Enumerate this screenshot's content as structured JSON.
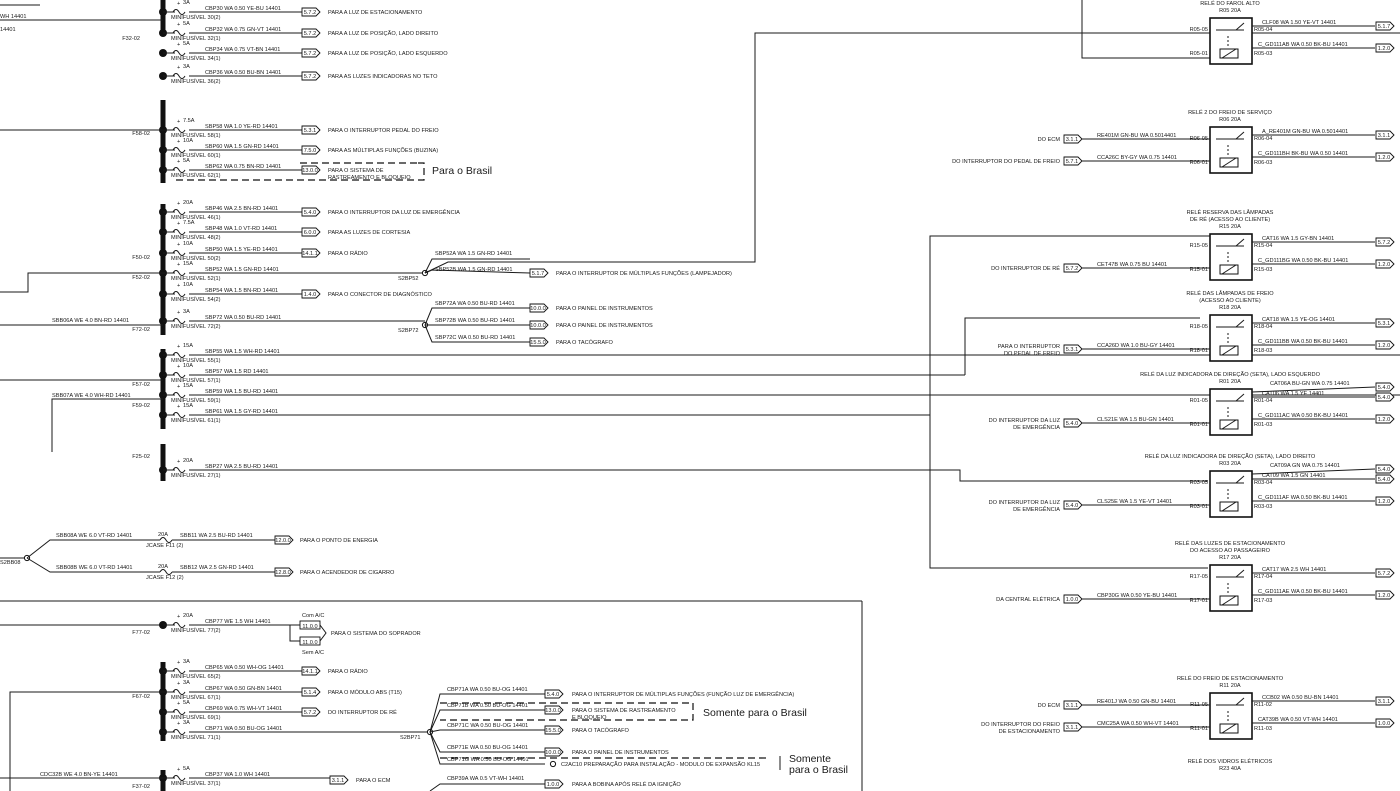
{
  "diagram": {
    "fuse_groups": [
      {
        "bus_ref": "F32-02",
        "feed_wire": "WH 14401",
        "fuses": [
          {
            "amp": "3A",
            "circuit": "CBP30",
            "gauge": "WA 0.50",
            "color": "YE-BU",
            "num": "14401",
            "fuse": "MINIFUSÍVEL 30(2)",
            "conn": "5.7.2",
            "dest": "PARA A LUZ DE ESTACIONAMENTO"
          },
          {
            "amp": "5A",
            "circuit": "CBP32",
            "gauge": "WA 0.75",
            "color": "GN-VT",
            "num": "14401",
            "fuse": "MINIFUSÍVEL 32(1)",
            "conn": "5.7.2",
            "dest": "PARA A LUZ DE POSIÇÃO, LADO DIREITO"
          },
          {
            "amp": "5A",
            "circuit": "CBP34",
            "gauge": "WA 0.75",
            "color": "VT-BN",
            "num": "14401",
            "fuse": "MINIFUSÍVEL 34(1)",
            "conn": "5.7.2",
            "dest": "PARA A LUZ DE POSIÇÃO, LADO ESQUERDO"
          },
          {
            "amp": "3A",
            "circuit": "CBP36",
            "gauge": "WA 0.50",
            "color": "BU-BN",
            "num": "14401",
            "fuse": "MINIFUSÍVEL 36(2)",
            "conn": "5.7.2",
            "dest": "PARA AS LUZES INDICADORAS NO TETO"
          }
        ]
      },
      {
        "bus_ref": "F58-02",
        "fuses": [
          {
            "amp": "7.5A",
            "circuit": "SBP58",
            "gauge": "WA 1.0",
            "color": "YE-RD",
            "num": "14401",
            "fuse": "MINIFUSÍVEL 58(1)",
            "conn": "5.3.1",
            "dest": "PARA O INTERRUPTOR PEDAL DO FREIO"
          },
          {
            "amp": "10A",
            "circuit": "SBP60",
            "gauge": "WA 1.5",
            "color": "GN-RD",
            "num": "14401",
            "fuse": "MINIFUSÍVEL 60(1)",
            "conn": "7.5.0",
            "dest": "PARA AS MÚLTIPLAS FUNÇÕES (BUZINA)"
          },
          {
            "amp": "5A",
            "circuit": "SBP62",
            "gauge": "WA 0.75",
            "color": "BN-RD",
            "num": "14401",
            "fuse": "MINIFUSÍVEL 62(1)",
            "conn": "13.0.0",
            "dest": "PARA O SISTEMA DE",
            "dest2": "RASTREAMENTO E BLOQUEIO"
          }
        ],
        "note": "Para o Brasil"
      },
      {
        "bus_ref_a": "F50-02",
        "bus_ref_b": "F52-02",
        "bus_ref_c": "F72-02",
        "fuses": [
          {
            "amp": "20A",
            "circuit": "SBP46",
            "gauge": "WA 2.5",
            "color": "BN-RD",
            "num": "14401",
            "fuse": "MINIFUSÍVEL 46(1)",
            "conn": "5.4.0",
            "dest": "PARA O INTERRUPTOR DA LUZ DE EMERGÊNCIA"
          },
          {
            "amp": "7.5A",
            "circuit": "SBP48",
            "gauge": "WA 1.0",
            "color": "VT-RD",
            "num": "14401",
            "fuse": "MINIFUSÍVEL 48(2)",
            "conn": "6.0.0",
            "dest": "PARA AS LUZES DE CORTESIA"
          },
          {
            "amp": "10A",
            "circuit": "SBP50",
            "gauge": "WA 1.5",
            "color": "YE-RD",
            "num": "14401",
            "fuse": "MINIFUSÍVEL 50(2)",
            "conn": "14.1.1",
            "dest": "PARA O RÁDIO"
          },
          {
            "amp": "15A",
            "circuit": "SBP52",
            "gauge": "WA 1.5",
            "color": "GN-RD",
            "num": "14401",
            "fuse": "MINIFUSÍVEL 52(1)",
            "conn": "",
            "dest": ""
          },
          {
            "amp": "10A",
            "circuit": "SBP54",
            "gauge": "WA 1.5",
            "color": "BN-RD",
            "num": "14401",
            "fuse": "MINIFUSÍVEL 54(2)",
            "conn": "1.4.0",
            "dest": "PARA O CONECTOR DE DIAGNÓSTICO"
          },
          {
            "amp": "3A",
            "circuit": "SBP72",
            "gauge": "WA 0.50",
            "color": "BU-RD",
            "num": "14401",
            "fuse": "MINIFUSÍVEL 72(2)",
            "conn": "",
            "dest": ""
          }
        ],
        "splice_52": {
          "name": "S2BP52",
          "a": "SBP52A WA 1.5 GN-RD 14401",
          "b": "SBP52B WA 1.5 GN-RD 14401",
          "conn": "5.1.7",
          "dest": "PARA O INTERRUPTOR DE MÚLTIPLAS FUNÇÕES (LAMPEJADOR)"
        },
        "splice_72": {
          "name": "S2BP72",
          "left_wire": "SBB06A WE 4.0 BN-RD 14401",
          "branches": [
            {
              "wire": "SBP72A WA 0.50 BU-RD 14401",
              "conn": "10.0.0",
              "dest": "PARA O PAINEL DE INSTRUMENTOS"
            },
            {
              "wire": "SBP72B WA 0.50 BU-RD 14401",
              "conn": "10.0.0",
              "dest": "PARA O PAINEL DE INSTRUMENTOS"
            },
            {
              "wire": "SBP72C WA 0.50 BU-RD 14401",
              "conn": "15.5.0",
              "dest": "PARA O TACÓGRAFO"
            }
          ]
        }
      },
      {
        "bus_ref_a": "F57-02",
        "bus_ref_b": "F59-02",
        "left_wire": "SBB07A WE 4.0 WH-RD 14401",
        "fuses": [
          {
            "amp": "15A",
            "circuit": "SBP55",
            "gauge": "WA 1.5",
            "color": "WH-RD",
            "num": "14401",
            "fuse": "MINIFUSÍVEL 55(1)"
          },
          {
            "amp": "10A",
            "circuit": "SBP57",
            "gauge": "WA 1.5",
            "color": "RD",
            "num": "14401",
            "fuse": "MINIFUSÍVEL 57(1)"
          },
          {
            "amp": "15A",
            "circuit": "SBP59",
            "gauge": "WA 1.5",
            "color": "BU-RD",
            "num": "14401",
            "fuse": "MINIFUSÍVEL 59(1)"
          },
          {
            "amp": "15A",
            "circuit": "SBP61",
            "gauge": "WA 1.5",
            "color": "GY-RD",
            "num": "14401",
            "fuse": "MINIFUSÍVEL 61(1)"
          }
        ]
      },
      {
        "bus_ref": "F25-02",
        "fuses": [
          {
            "amp": "20A",
            "circuit": "SBP27",
            "gauge": "WA 2.5",
            "color": "BU-RD",
            "num": "14401",
            "fuse": "MINIFUSÍVEL 27(1)"
          }
        ]
      }
    ],
    "jcase": {
      "splice": "S2BB08",
      "rows": [
        {
          "in": "SBB08A WE 6.0 VT-RD 14401",
          "amp": "20A",
          "fuse": "JCASE F11 (2)",
          "out": "SBB11 WA 2.5 BU-RD 14401",
          "conn": "12.0.0",
          "dest": "PARA O PONTO DE ENERGIA"
        },
        {
          "in": "SBB08B WE 6.0 VT-RD 14401",
          "amp": "20A",
          "fuse": "JCASE F12 (2)",
          "out": "SBB12 WA 2.5 GN-RD 14401",
          "conn": "12.8.0",
          "dest": "PARA O ACENDEDOR DE CIGARRO"
        }
      ]
    },
    "blower": {
      "bus_ref": "F77-02",
      "amp": "20A",
      "fuse": "MINIFUSÍVEL 77(2)",
      "wire": "CBP77 WE 1.5 WH 14401",
      "conn_a": "11.0.0",
      "conn_b": "11.0.0",
      "label_a": "Com A/C",
      "label_b": "Sem A/C",
      "dest": "PARA O SISTEMA DO SOPRADOR"
    },
    "group_f67": {
      "bus_ref": "F67-02",
      "fuses": [
        {
          "amp": "3A",
          "circuit": "CBP65",
          "gauge": "WA 0.50",
          "color": "WH-OG",
          "num": "14401",
          "fuse": "MINIFUSÍVEL 65(2)",
          "conn": "14.1.1",
          "dest": "PARA O RÁDIO"
        },
        {
          "amp": "3A",
          "circuit": "CBP67",
          "gauge": "WA 0.50",
          "color": "GN-BN",
          "num": "14401",
          "fuse": "MINIFUSÍVEL 67(1)",
          "conn": "5.1.4",
          "dest": "PARA O MÓDULO ABS (T15)"
        },
        {
          "amp": "5A",
          "circuit": "CBP69",
          "gauge": "WA 0.75",
          "color": "WH-VT",
          "num": "14401",
          "fuse": "MINIFUSÍVEL 69(1)",
          "conn": "5.7.2",
          "dest": "DO INTERRUPTOR DE RÉ"
        },
        {
          "amp": "3A",
          "circuit": "CBP71",
          "gauge": "WA 0.50",
          "color": "BU-OG",
          "num": "14401",
          "fuse": "MINIFUSÍVEL 71(1)",
          "conn": "",
          "dest": ""
        }
      ],
      "splice": "S2BP71",
      "branches": [
        {
          "wire": "CBP71A WA 0.50 BU-OG 14401",
          "conn": "5.4.0",
          "dest": "PARA O INTERRUPTOR DE MÚLTIPLAS FUNÇÕES (FUNÇÃO LUZ DE EMERGÊNCIA)"
        },
        {
          "wire": "CBP71B WA 0.50 BU-OG 14401",
          "conn": "13.0.0",
          "dest": "PARA O SISTEMA DE RASTREAMENTO",
          "dest2": "E BLOQUEIO"
        },
        {
          "wire": "CBP71C WA 0.50 BU-OG 14401",
          "conn": "15.5.0",
          "dest": "PARA O TACÓGRAFO"
        },
        {
          "wire": "CBP71E WA 0.50 BU-OG 14401",
          "conn": "10.0.0",
          "dest": "PARA O PAINEL DE INSTRUMENTOS"
        },
        {
          "wire": "CBP71G WA 0.50 BU-OG 14401",
          "conn": "",
          "dest": "C2AC10  PREPARAÇÃO PARA INSTALAÇÃO - MODULO DE EXPANSÃO KL15"
        }
      ],
      "note_a": "Somente para o Brasil",
      "note_b": "Somente",
      "note_c": "para o Brasil"
    },
    "bottom": {
      "bus_ref": "F37-02",
      "left_wire": "CDC32B WE 4.0 BN-YE 14401",
      "amp": "5A",
      "circuit": "CBP37 WA 1.0 WH 14401",
      "fuse": "MINIFUSÍVEL 37(1)",
      "conn": "3.1.1",
      "dest": "PARA O ECM",
      "wire2": "CBP39A WA 0.5 VT-WH 14401",
      "conn2": "1.0.0",
      "dest2": "PARA A BOBINA APÓS RELÉ DA IGNIÇÃO"
    },
    "top_left": {
      "wire": "WH 14401",
      "num": "14401"
    },
    "relays": [
      {
        "title1": "RELÉ DO FAROL ALTO",
        "title2": "R05 20A",
        "pins": [
          "R05-05",
          "R05-01",
          "R05-04",
          "R05-03"
        ],
        "out1": "CLF08 WA 1.50 YE-VT 14401",
        "out1c": "5.1.7",
        "out2": "C_GD111AB WA 0.50 BK-BU 14401",
        "out2c": "1.2.0",
        "in_label": "",
        "in_conn": "",
        "in_wire": ""
      },
      {
        "title1": "RELÉ 2 DO FREIO DE SERVIÇO",
        "title2": "R06 20A",
        "pins": [
          "R06-05",
          "R06-01",
          "R06-04",
          "R06-03"
        ],
        "in_label": "DO ECM",
        "in_conn": "3.1.1",
        "in_wire": "RE401M GN-BU WA 0.5014401",
        "in2_label": "DO INTERRUPTOR DO PEDAL DE FREIO",
        "in2_conn": "5.7.1",
        "in2_wire": "CCA26C BY-GY WA 0.75 14401",
        "out1": "A_RE401M GN-BU WA 0.5014401",
        "out1c": "3.1.1",
        "out2": "C_GD111BH BK-BU WA 0.50 14401",
        "out2c": "1.2.0"
      },
      {
        "title1": "RELÉ RESERVA DAS LÂMPADAS",
        "title1b": "DE RÉ (ACESSO AO CLIENTE)",
        "title2": "R15 20A",
        "pins": [
          "R15-05",
          "R15-01",
          "R15-04",
          "R15-03"
        ],
        "in_label": "DO INTERRUPTOR DE RÉ",
        "in_conn": "5.7.2",
        "in_wire": "CET47B WA 0.75 BU 14401",
        "out1": "CAT16 WA 1.5 GY-BN 14401",
        "out1c": "5.7.2",
        "out2": "C_GD111BG WA 0.50 BK-BU 14401",
        "out2c": "1.2.0"
      },
      {
        "title1": "RELÉ DAS LÂMPADAS DE FREIO",
        "title1b": "(ACESSO AO CLIENTE)",
        "title2": "R18 20A",
        "pins": [
          "R18-05",
          "R18-01",
          "R18-04",
          "R18-03"
        ],
        "in_label": "PARA O INTERRUPTOR",
        "in_label2": "DO PEDAL DE FREIO",
        "in_conn": "5.3.1",
        "in_wire": "CCA26D WA 1.0 BU-GY 14401",
        "out1": "CAT18 WA 1.5 YE-OG 14401",
        "out1c": "5.3.1",
        "out2": "C_GD111BB WA 0.50 BK-BU 14401",
        "out2c": "1.2.0"
      },
      {
        "title1": "RELÉ DA LUZ INDICADORA DE DIREÇÃO (SETA), LADO ESQUERDO",
        "title2": "R01 20A",
        "pins": [
          "R01-05",
          "R01-01",
          "R01-04",
          "R01-03"
        ],
        "in_label": "DO INTERRUPTOR DA LUZ",
        "in_label2": "DE EMERGÊNCIA",
        "in_conn": "5.4.0",
        "in_wire": "CLS21E WA 1.5 BU-GN 14401",
        "out0": "CAT06A BU-GN WA 0.75 14401",
        "out0c": "5.4.0",
        "out1": "CAT06 WA 1.5 YE 14401",
        "out1c": "5.4.0",
        "out2": "C_GD111AC WA 0.50 BK-BU 14401",
        "out2c": "1.2.0"
      },
      {
        "title1": "RELÉ DA LUZ INDICADORA DE DIREÇÃO (SETA), LADO DIREITO",
        "title2": "R03 20A",
        "pins": [
          "R03-05",
          "R03-01",
          "R03-04",
          "R03-03"
        ],
        "in_label": "DO INTERRUPTOR DA LUZ",
        "in_label2": "DE EMERGÊNCIA",
        "in_conn": "5.4.0",
        "in_wire": "CLS25E WA 1.5 YE-VT 14401",
        "out0": "CAT09A GN WA 0.75 14401",
        "out0c": "5.4.0",
        "out1": "CAT09 WA 1.5 GN 14401",
        "out1c": "5.4.0",
        "out2": "C_GD111AF WA 0.50 BK-BU 14401",
        "out2c": "1.2.0"
      },
      {
        "title1": "RELÉ DAS LUZES DE ESTACIONAMENTO",
        "title1b": "DO ACESSO AO PASSAGEIRO",
        "title2": "R17 20A",
        "pins": [
          "R17-05",
          "R17-01",
          "R17-04",
          "R17-03"
        ],
        "in_label": "DA CENTRAL ELÉTRICA",
        "in_conn": "1.0.0",
        "in_wire": "CBP30G WA 0.50 YE-BU 14401",
        "out1": "CAT17 WA 2.5 WH 14401",
        "out1c": "5.7.2",
        "out2": "C_GD111AE WA 0.50 BK-BU 14401",
        "out2c": "1.2.0"
      },
      {
        "title1": "RELÉ DO FREIO DE ESTACIONAMENTO",
        "title2": "R11 20A",
        "pins": [
          "R11-05",
          "R11-01",
          "R11-02",
          "R11-03"
        ],
        "in_label": "DO ECM",
        "in_conn": "3.1.1",
        "in_wire": "RE401J WA 0.50 GN-BU 14401",
        "in2_label": "DO INTERRUPTOR DO FREIO",
        "in2_label2": "DE ESTACIONAMENTO",
        "in2_conn": "3.1.1",
        "in2_wire": "CMC25A WA 0.50 WH-VT 14401",
        "out1": "CCB02 WA 0.50 BU-BN 14401",
        "out1c": "3.1.1",
        "out2": "CAT39B WA 0.50 VT-WH 14401",
        "out2c": "1.0.0"
      },
      {
        "title1": "RELÉ DOS VIDROS ELÉTRICOS",
        "title2": "R23 40A"
      }
    ]
  }
}
